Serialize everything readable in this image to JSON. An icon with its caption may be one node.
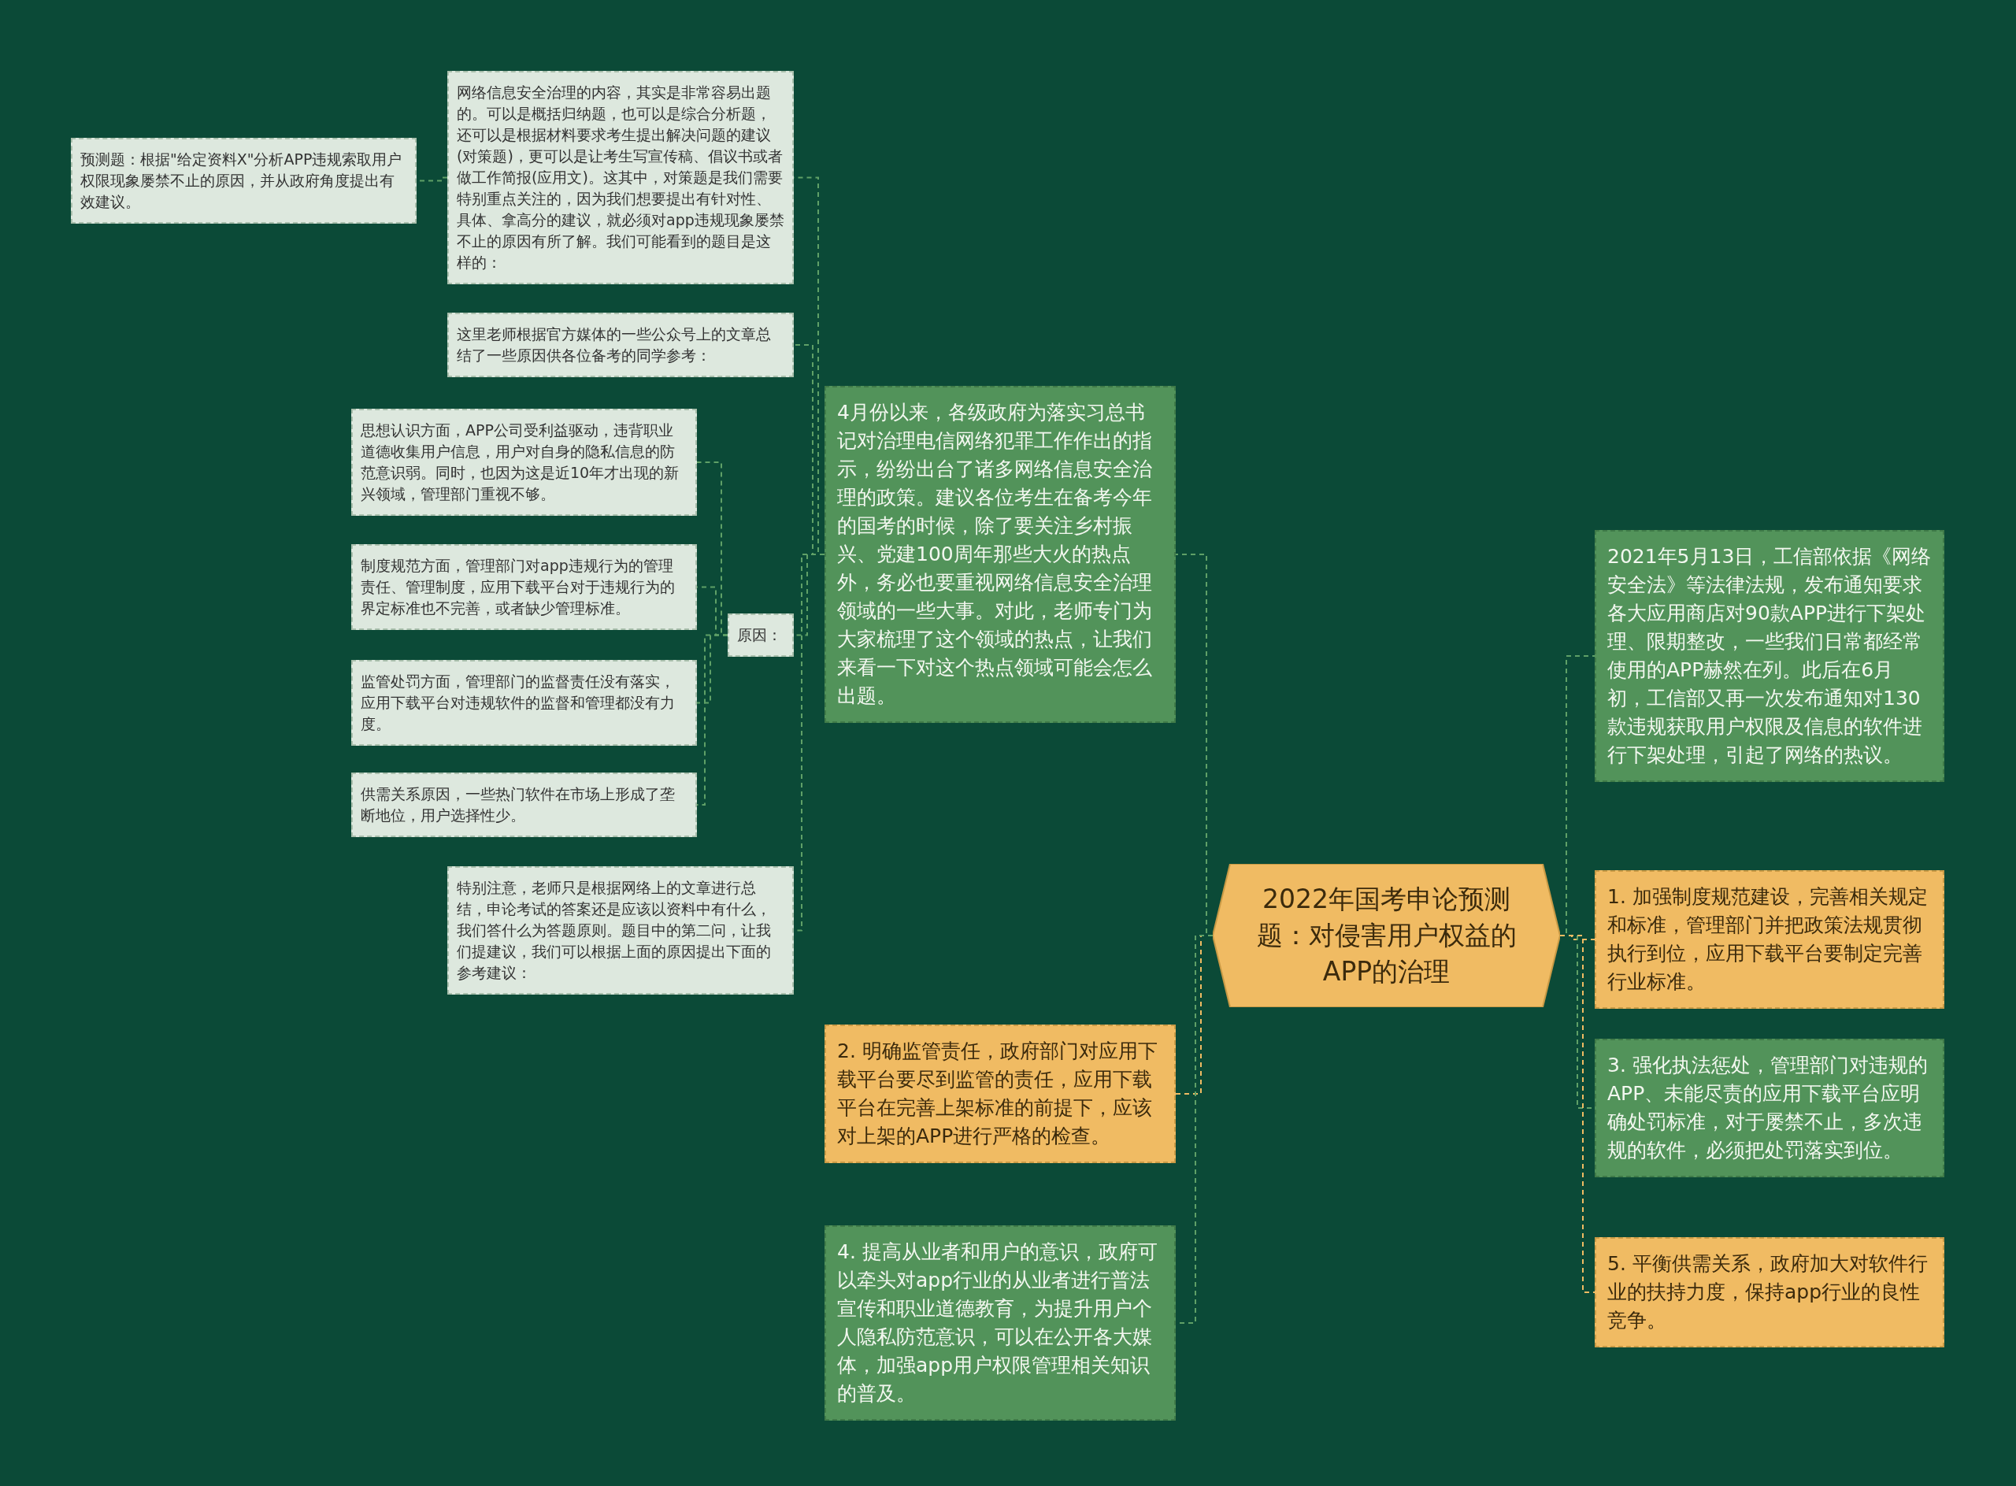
{
  "diagram": {
    "nodes": [
      {
        "text": [
          "2022年国考申论预测题：对侵害用户权益的APP的治理"
        ]
      },
      {
        "text": [
          "4月份以来，各级政府为落实习总书记对治理电信网络犯罪工作作出的指示，纷纷出台了诸多网络信息安全治理的政策。建议各位考生在备考今年的国考的时候，除了要关注乡村振兴、党建100周年那些大火的热点外，务必也要重视网络信息安全治理领域的一些大事。对此，老师专门为大家梳理了这个领域的热点，让我们来看一下对这个热点领域可能会怎么出题。"
        ]
      },
      {
        "text": [
          "网络信息安全治理的内容，其实是非常容易出题的。可以是概括归纳题，也可以是综合分析题，还可以是根据材料要求考生提出解决问题的建议(对策题)，更可以是让考生写宣传稿、倡议书或者做工作简报(应用文)。这其中，对策题是我们需要特别重点关注的，因为我们想要提出有针对性、具体、拿高分的建议，就必须对app违规现象屡禁不止的原因有所了解。我们可能看到的题目是这样的："
        ]
      },
      {
        "text": [
          "预测题：根据\"给定资料X\"分析APP违规索取用户权限现象屡禁不止的原因，并从政府角度提出有效建议。"
        ]
      },
      {
        "text": [
          "这里老师根据官方媒体的一些公众号上的文章总结了一些原因供各位备考的同学参考："
        ]
      },
      {
        "text": [
          "原因："
        ]
      },
      {
        "text": [
          "思想认识方面，APP公司受利益驱动，违背职业道德收集用户信息，用户对自身的隐私信息的防范意识弱。同时，也因为这是近10年才出现的新兴领域，管理部门重视不够。"
        ]
      },
      {
        "text": [
          "制度规范方面，管理部门对app违规行为的管理责任、管理制度，应用下载平台对于违规行为的界定标准也不完善，或者缺少管理标准。"
        ]
      },
      {
        "text": [
          "监管处罚方面，管理部门的监督责任没有落实，应用下载平台对违规软件的监督和管理都没有力度。"
        ]
      },
      {
        "text": [
          "供需关系原因，一些热门软件在市场上形成了垄断地位，用户选择性少。"
        ]
      },
      {
        "text": [
          "特别注意，老师只是根据网络上的文章进行总结，申论考试的答案还是应该以资料中有什么，我们答什么为答题原则。题目中的第二问，让我们提建议，我们可以根据上面的原因提出下面的参考建议："
        ]
      },
      {
        "text": [
          "2. 明确监管责任，政府部门对应用下载平台要尽到监管的责任，应用下载平台在完善上架标准的前提下，应该对上架的APP进行严格的检查。"
        ]
      },
      {
        "text": [
          "4. 提高从业者和用户的意识，政府可以牵头对app行业的从业者进行普法宣传和职业道德教育，为提升用户个人隐私防范意识，可以在公开各大媒体，加强app用户权限管理相关知识的普及。"
        ]
      },
      {
        "text": [
          "2021年5月13日，工信部依据《网络安全法》等法律法规，发布通知要求各大应用商店对90款APP进行下架处理、限期整改，一些我们日常都经常使用的APP赫然在列。此后在6月初，工信部又再一次发布通知对130款违规获取用户权限及信息的软件进行下架处理，引起了网络的热议。"
        ]
      },
      {
        "text": [
          "1. 加强制度规范建设，完善相关规定和标准，管理部门并把政策法规贯彻执行到位，应用下载平台要制定完善行业标准。"
        ]
      },
      {
        "text": [
          "3. 强化执法惩处，管理部门对违规的APP、未能尽责的应用下载平台应明确处罚标准，对于屡禁不止，多次违规的软件，必须把处罚落实到位。"
        ]
      },
      {
        "text": [
          "5. 平衡供需关系，政府加大对软件行业的扶持力度，保持app行业的良性竞争。"
        ]
      }
    ],
    "edges": [
      {
        "from": 0,
        "to": 1,
        "arrow": "none",
        "style": "dashed"
      },
      {
        "from": 0,
        "to": 11,
        "arrow": "none",
        "style": "dashed",
        "color": "#f0bb63"
      },
      {
        "from": 0,
        "to": 12,
        "arrow": "none",
        "style": "dashed"
      },
      {
        "from": 0,
        "to": 13,
        "arrow": "none",
        "style": "dashed"
      },
      {
        "from": 0,
        "to": 14,
        "arrow": "none",
        "style": "dashed",
        "color": "#f0bb63"
      },
      {
        "from": 0,
        "to": 15,
        "arrow": "none",
        "style": "dashed"
      },
      {
        "from": 0,
        "to": 16,
        "arrow": "none",
        "style": "dashed",
        "color": "#f0bb63"
      },
      {
        "from": 1,
        "to": 2,
        "arrow": "none",
        "style": "dashed"
      },
      {
        "from": 1,
        "to": 4,
        "arrow": "none",
        "style": "dashed"
      },
      {
        "from": 1,
        "to": 5,
        "arrow": "none",
        "style": "dashed"
      },
      {
        "from": 1,
        "to": 10,
        "arrow": "none",
        "style": "dashed"
      },
      {
        "from": 2,
        "to": 3,
        "arrow": "none",
        "style": "dashed"
      },
      {
        "from": 5,
        "to": 6,
        "arrow": "none",
        "style": "dashed"
      },
      {
        "from": 5,
        "to": 7,
        "arrow": "none",
        "style": "dashed"
      },
      {
        "from": 5,
        "to": 8,
        "arrow": "none",
        "style": "dashed"
      },
      {
        "from": 5,
        "to": 9,
        "arrow": "none",
        "style": "dashed"
      }
    ]
  }
}
